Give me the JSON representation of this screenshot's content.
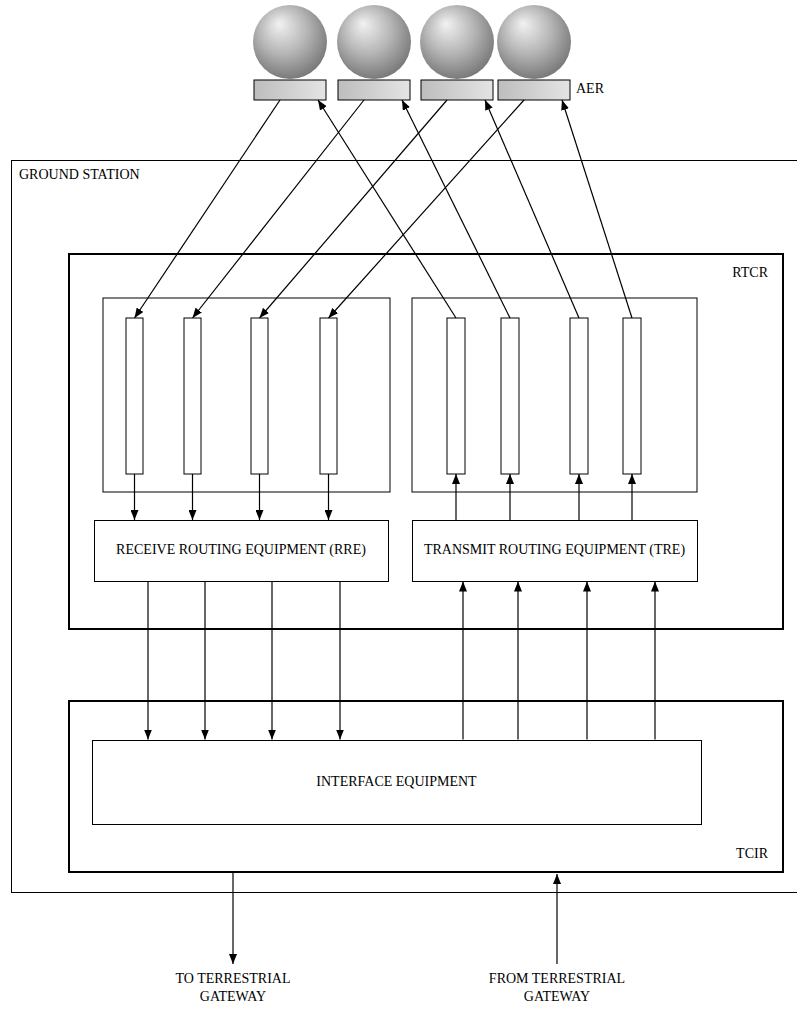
{
  "diagram": {
    "nodes": [
      {
        "text": [
          "GROUND STATION"
        ]
      },
      {
        "text": [
          "RTCR"
        ],
        "in": 0
      },
      {
        "text": [
          "RECEIVE ROUTING EQUIPMENT (RRE)"
        ],
        "in": 1
      },
      {
        "text": [
          "TRANSMIT ROUTING EQUIPMENT (TRE)"
        ],
        "in": 1
      },
      {
        "text": [
          "TCIR"
        ],
        "in": 0
      },
      {
        "text": [
          "INTERFACE EQUIPMENT"
        ],
        "in": 4
      }
    ],
    "edges": [
      {
        "from": 2,
        "to": 5,
        "arrow": "to"
      },
      {
        "from": 2,
        "to": 5,
        "arrow": "to"
      },
      {
        "from": 2,
        "to": 5,
        "arrow": "to"
      },
      {
        "from": 2,
        "to": 5,
        "arrow": "to"
      },
      {
        "from": 5,
        "to": 3,
        "arrow": "to"
      },
      {
        "from": 5,
        "to": 3,
        "arrow": "to"
      },
      {
        "from": 5,
        "to": 3,
        "arrow": "to"
      },
      {
        "from": 5,
        "to": 3,
        "arrow": "to"
      }
    ],
    "labels": [
      "AER",
      "TO TERRESTRIAL GATEWAY",
      "FROM TERRESTRIAL GATEWAY"
    ]
  }
}
